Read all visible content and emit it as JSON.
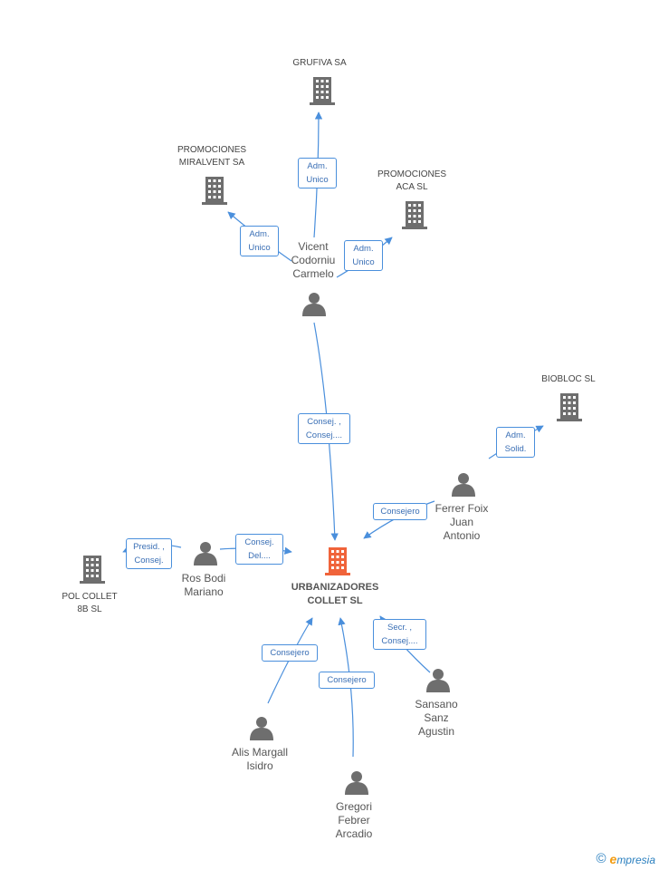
{
  "colors": {
    "edge": "#4a8fdc",
    "node": "#6e6e6e",
    "main_node": "#f0633a"
  },
  "nodes": {
    "grufiva": {
      "label": [
        "GRUFIVA SA"
      ],
      "type": "company"
    },
    "miralvent": {
      "label": [
        "PROMOCIONES",
        "MIRALVENT SA"
      ],
      "type": "company"
    },
    "aca": {
      "label": [
        "PROMOCIONES",
        "ACA SL"
      ],
      "type": "company"
    },
    "vicent": {
      "label": [
        "Vicent",
        "Codorniu",
        "Carmelo"
      ],
      "type": "person"
    },
    "biobloc": {
      "label": [
        "BIOBLOC SL"
      ],
      "type": "company"
    },
    "ferrer": {
      "label": [
        "Ferrer Foix",
        "Juan",
        "Antonio"
      ],
      "type": "person"
    },
    "urbanizadores": {
      "label": [
        "URBANIZADORES",
        "COLLET SL"
      ],
      "type": "main-company"
    },
    "ros": {
      "label": [
        "Ros Bodi",
        "Mariano"
      ],
      "type": "person"
    },
    "polcollet": {
      "label": [
        "POL COLLET",
        "8B SL"
      ],
      "type": "company"
    },
    "sansano": {
      "label": [
        "Sansano",
        "Sanz",
        "Agustin"
      ],
      "type": "person"
    },
    "alis": {
      "label": [
        "Alis Margall",
        "Isidro"
      ],
      "type": "person"
    },
    "gregori": {
      "label": [
        "Gregori",
        "Febrer",
        "Arcadio"
      ],
      "type": "person"
    }
  },
  "edges": {
    "vicent_grufiva": [
      "Adm.",
      "Unico"
    ],
    "vicent_miralvent": [
      "Adm.",
      "Unico"
    ],
    "vicent_aca": [
      "Adm.",
      "Unico"
    ],
    "vicent_urbanizadores": [
      "Consej. ,",
      "Consej...."
    ],
    "ferrer_biobloc": [
      "Adm.",
      "Solid."
    ],
    "ferrer_urbanizadores": [
      "Consejero"
    ],
    "ros_polcollet": [
      "Presid. ,",
      "Consej."
    ],
    "ros_urbanizadores": [
      "Consej.",
      "Del...."
    ],
    "sansano_urbanizadores": [
      "Secr. ,",
      "Consej...."
    ],
    "alis_urbanizadores": [
      "Consejero"
    ],
    "gregori_urbanizadores": [
      "Consejero"
    ]
  },
  "footer": {
    "copyright": "©",
    "brand_initial": "e",
    "brand_rest": "mpresia"
  }
}
